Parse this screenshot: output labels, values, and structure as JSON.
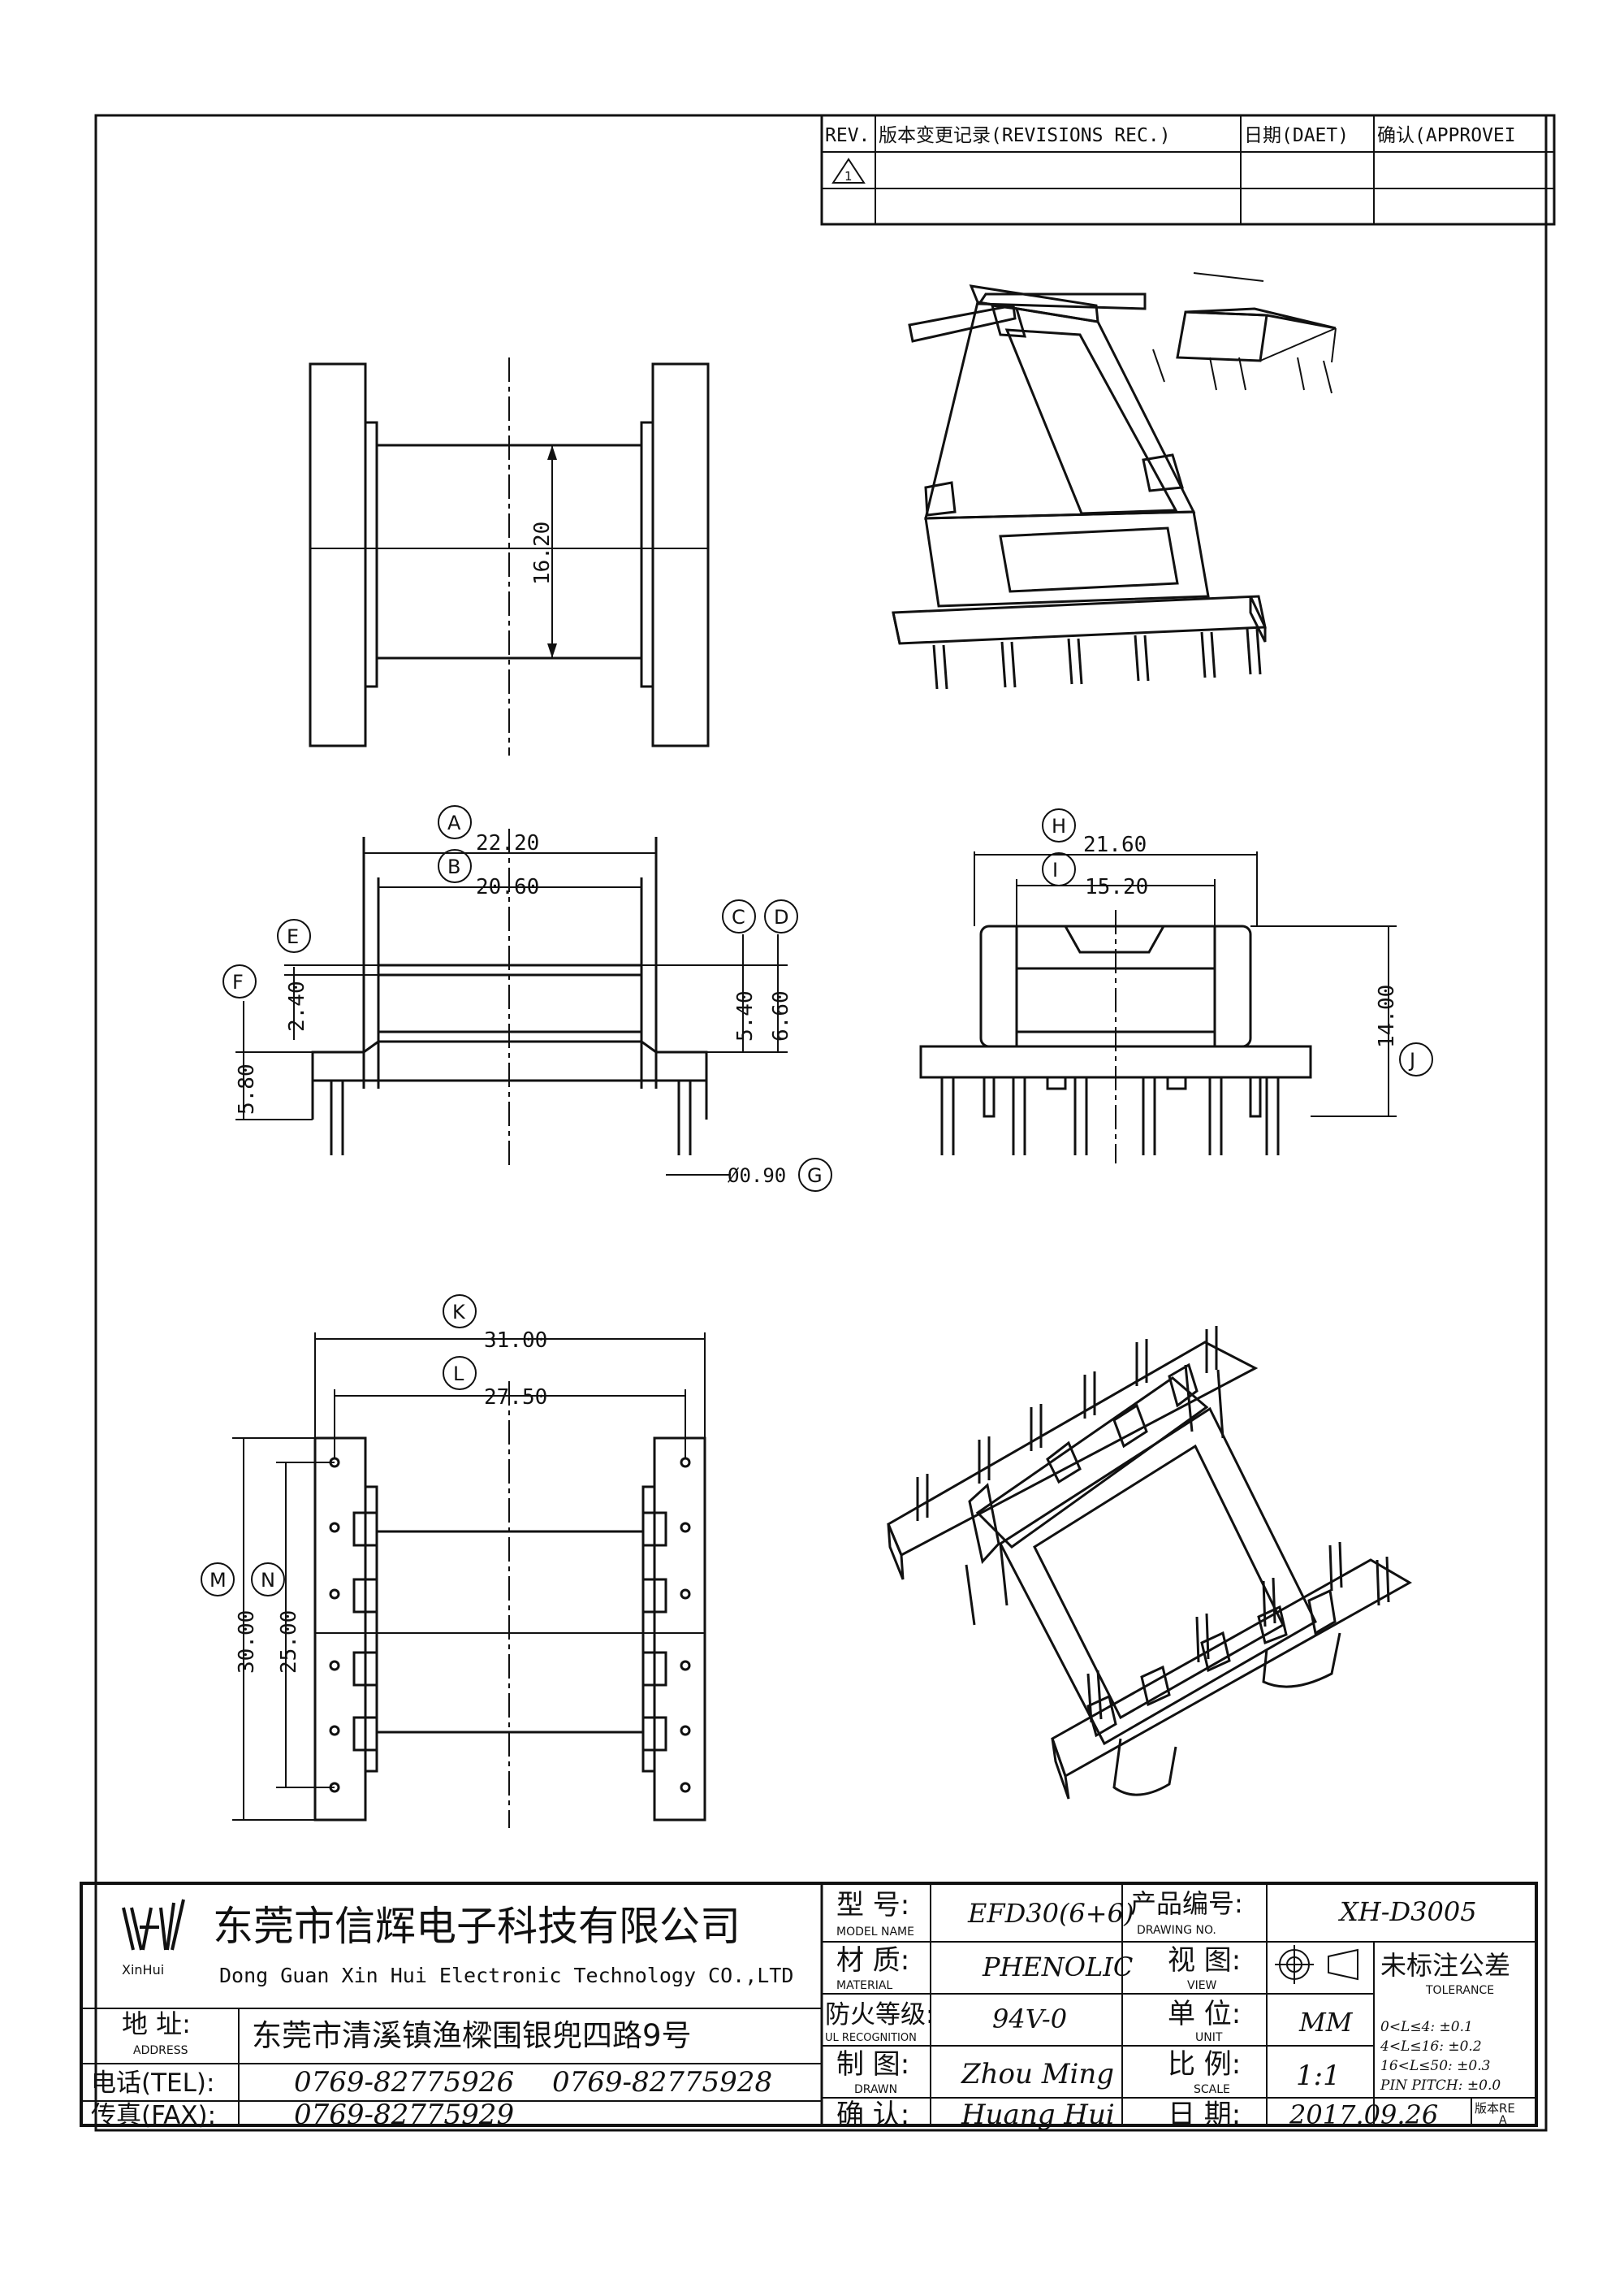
{
  "revision_table": {
    "headers": [
      "REV.",
      "版本变更记录(REVISIONS REC.)",
      "日期(DAET)",
      "确认(APPROVEI"
    ],
    "rows": [
      [
        "1",
        "",
        "",
        ""
      ],
      [
        "",
        "",
        "",
        ""
      ]
    ]
  },
  "dimensions": {
    "top_center": "16.20",
    "A": {
      "label": "A",
      "value": "22.20"
    },
    "B": {
      "label": "B",
      "value": "20.60"
    },
    "C": {
      "label": "C"
    },
    "D": {
      "label": "D"
    },
    "C_value": "5.40",
    "D_value": "6.60",
    "E": {
      "label": "E",
      "value": "2.40"
    },
    "F": {
      "label": "F",
      "value": "5.80"
    },
    "G": {
      "label": "G",
      "value": "Ø0.90"
    },
    "H": {
      "label": "H",
      "value": "21.60"
    },
    "I": {
      "label": "I",
      "value": "15.20"
    },
    "J": {
      "label": "J",
      "value": "14.00"
    },
    "K": {
      "label": "K",
      "value": "31.00"
    },
    "L": {
      "label": "L",
      "value": "27.50"
    },
    "M": {
      "label": "M",
      "value": "30.00"
    },
    "N": {
      "label": "N",
      "value": "25.00"
    }
  },
  "title_block": {
    "logo_text": "XinHui",
    "company_cn": "东莞市信辉电子科技有限公司",
    "company_en": "Dong Guan Xin Hui Electronic Technology CO.,LTD",
    "address_label": "地  址:",
    "address_label_en": "ADDRESS",
    "address": "东莞市清溪镇渔樑围银兜四路9号",
    "tel_label": "电话(TEL):",
    "tel1": "0769-82775926",
    "tel2": "0769-82775928",
    "fax_label": "传真(FAX):",
    "fax": "0769-82775929",
    "model_label": "型  号:",
    "model_label_en": "MODEL NAME",
    "model": "EFD30(6+6)",
    "material_label": "材  质:",
    "material_label_en": "MATERIAL",
    "material": "PHENOLIC",
    "ul_label": "防火等级:",
    "ul_label_en": "UL RECOGNITION",
    "ul": "94V-0",
    "drawn_label": "制  图:",
    "drawn_label_en": "DRAWN",
    "drawn": "Zhou Ming",
    "checked_label": "确  认:",
    "checked": "Huang Hui",
    "drawing_no_label": "产品编号:",
    "drawing_no_label_en": "DRAWING NO.",
    "drawing_no": "XH-D3005",
    "view_label": "视  图:",
    "view_label_en": "VIEW",
    "unit_label": "单  位:",
    "unit_label_en": "UNIT",
    "unit": "MM",
    "scale_label": "比  例:",
    "scale_label_en": "SCALE",
    "scale": "1:1",
    "date_label": "日  期:",
    "date": "2017.09.26",
    "tolerance_label": "未标注公差",
    "tolerance_label_en": "TOLERANCE",
    "tolerance": [
      "0<L≤4:  ±0.1",
      "4<L≤16:  ±0.2",
      "16<L≤50:  ±0.3",
      "PIN PITCH:  ±0.0"
    ],
    "rev_label": "版本RE",
    "rev_value": "A"
  }
}
